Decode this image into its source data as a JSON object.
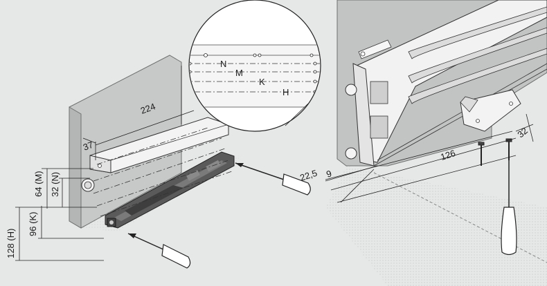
{
  "dimensions": {
    "d224": "224",
    "d37": "37",
    "d64m": "64 (M)",
    "d32n": "32 (N)",
    "d96k": "96 (K)",
    "d128h": "128 (H)",
    "d22_5": "22,5",
    "d9": "9",
    "d126": "126",
    "d32": "32"
  },
  "callout_lines": {
    "N": "N",
    "M": "M",
    "K": "K",
    "H": "H"
  },
  "colors": {
    "background": "#e6e7e7",
    "panel": "#c7c8c8",
    "panel_dark": "#b9babb",
    "part_dark": "#4a4a4a",
    "line": "#222222"
  }
}
